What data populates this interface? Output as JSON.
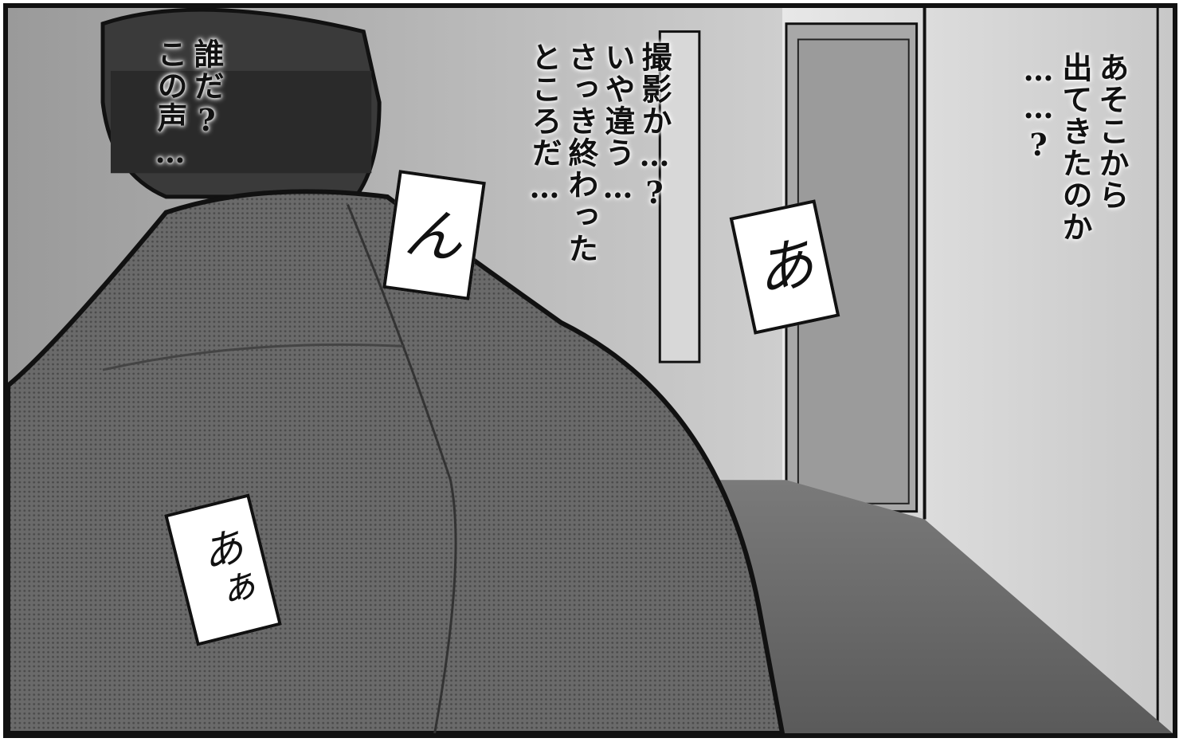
{
  "speech": {
    "right_line1": "あそこから",
    "right_line2": "出てきたのか",
    "right_line3": "……?",
    "center_line1": "撮影か…?",
    "center_line2": "いや違う…",
    "center_line3": "さっき終わった",
    "center_line4": "ところだ…",
    "left_line1": "誰だ?",
    "left_line2": "この声…"
  },
  "sfx": {
    "neck": "ん",
    "door": "あ",
    "back": "あぁ"
  },
  "colors": {
    "ink": "#111111",
    "screentone_dark": "#5e5e5e",
    "wall_light": "#e6e6e6"
  }
}
